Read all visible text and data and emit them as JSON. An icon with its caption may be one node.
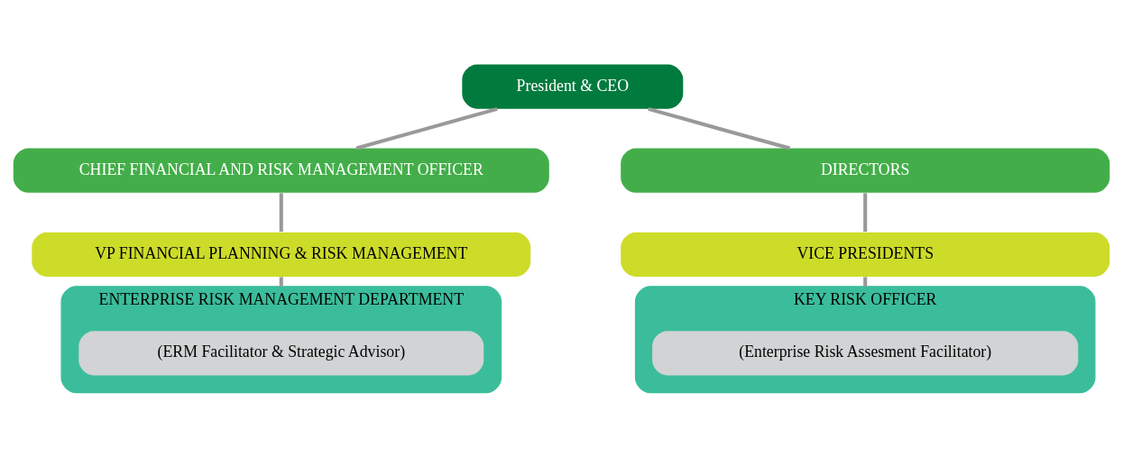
{
  "diagram": {
    "nodes": [
      {
        "text": [
          "President & CEO"
        ]
      },
      {
        "text": [
          "CHIEF FINANCIAL AND RISK MANAGEMENT OFFICER"
        ]
      },
      {
        "text": [
          "DIRECTORS"
        ]
      },
      {
        "text": [
          "VP FINANCIAL PLANNING & RISK MANAGEMENT"
        ]
      },
      {
        "text": [
          "VICE PRESIDENTS"
        ]
      },
      {
        "text": [
          "ENTERPRISE RISK MANAGEMENT DEPARTMENT"
        ]
      },
      {
        "text": [
          "(ERM Facilitator & Strategic Advisor)"
        ],
        "in": 5
      },
      {
        "text": [
          "KEY RISK OFFICER"
        ]
      },
      {
        "text": [
          "(Enterprise Risk Assesment Facilitator)"
        ],
        "in": 7
      }
    ],
    "edges": [
      {
        "from": 0,
        "to": 1,
        "arrow": "none"
      },
      {
        "from": 0,
        "to": 2,
        "arrow": "none"
      },
      {
        "from": 1,
        "to": 3,
        "arrow": "none"
      },
      {
        "from": 2,
        "to": 4,
        "arrow": "none"
      },
      {
        "from": 3,
        "to": 5,
        "arrow": "none"
      },
      {
        "from": 4,
        "to": 7,
        "arrow": "none"
      }
    ]
  }
}
